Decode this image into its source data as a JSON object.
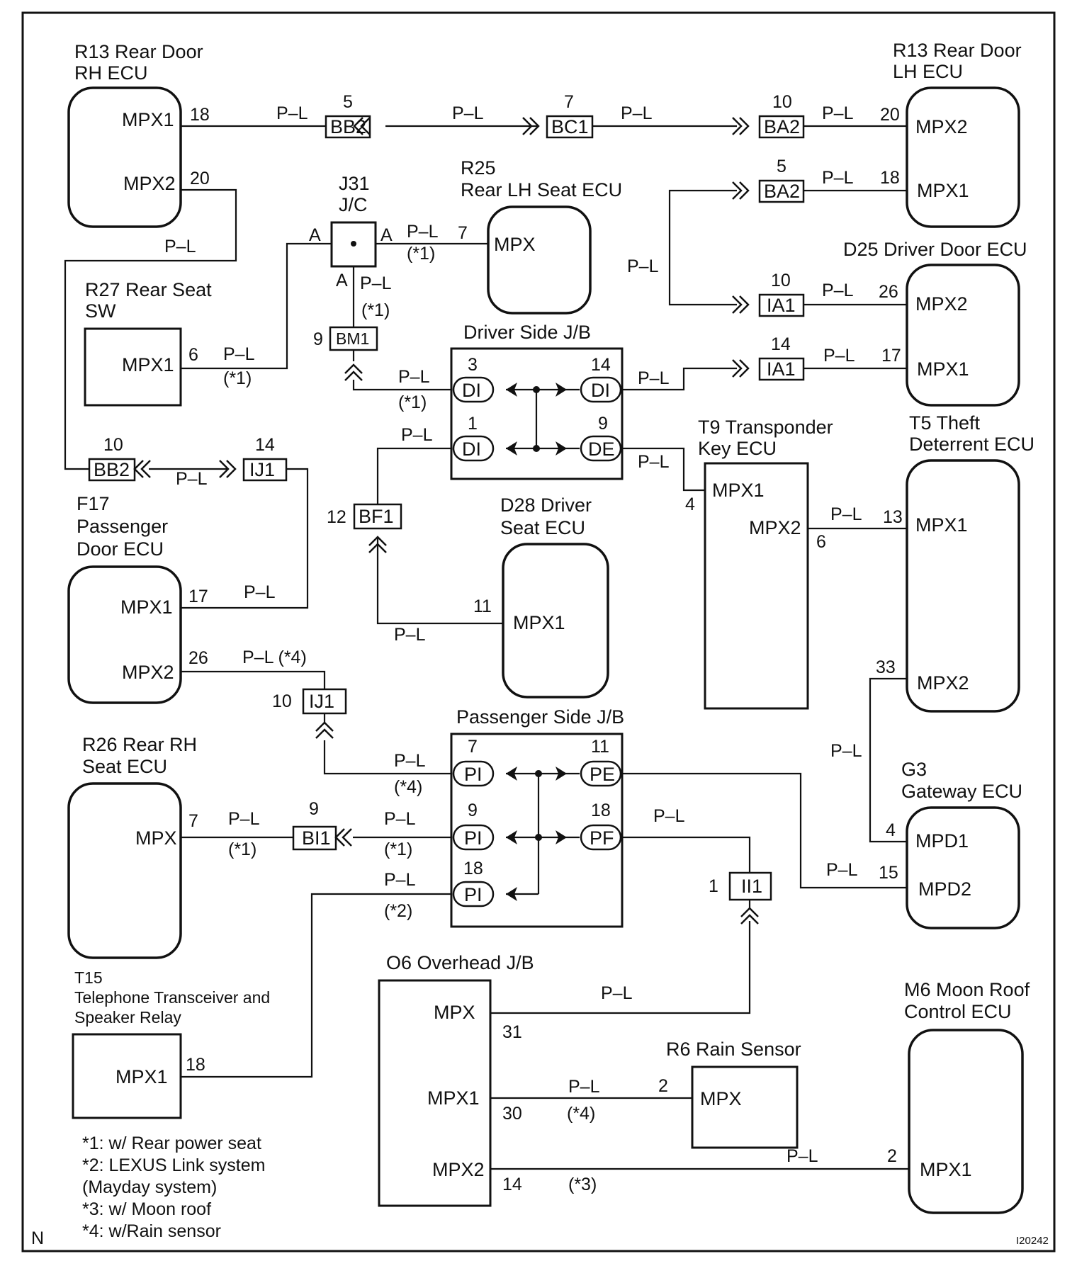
{
  "diagram_id": "I20242",
  "corner_mark": "N",
  "wire_color": "P–L",
  "components": {
    "r13_rh": {
      "title1": "R13 Rear Door",
      "title2": "RH ECU",
      "pin1_name": "MPX1",
      "pin1": "18",
      "pin2_name": "MPX2",
      "pin2": "20"
    },
    "r13_lh": {
      "title1": "R13 Rear Door",
      "title2": "LH ECU",
      "pin1_name": "MPX2",
      "pin1": "20",
      "pin2_name": "MPX1",
      "pin2": "18"
    },
    "r25": {
      "title1": "R25",
      "title2": "Rear LH Seat ECU",
      "pin_name": "MPX",
      "pin": "7"
    },
    "d25": {
      "title": "D25 Driver Door ECU",
      "pin1_name": "MPX2",
      "pin1": "26",
      "pin2_name": "MPX1",
      "pin2": "17"
    },
    "r27": {
      "title1": "R27 Rear Seat",
      "title2": "SW",
      "pin_name": "MPX1",
      "pin": "6"
    },
    "j31": {
      "title1": "J31",
      "title2": "J/C",
      "pin": "A"
    },
    "driver_jb": {
      "title": "Driver Side J/B",
      "c1": "DI",
      "c1_pin": "3",
      "c2": "DI",
      "c2_pin": "14",
      "c3": "DI",
      "c3_pin": "1",
      "c4": "DE",
      "c4_pin": "9"
    },
    "t9": {
      "title1": "T9 Transponder",
      "title2": "Key ECU",
      "pin1_name": "MPX1",
      "pin1": "4",
      "pin2_name": "MPX2",
      "pin2": "6"
    },
    "t5": {
      "title1": "T5 Theft",
      "title2": "Deterrent ECU",
      "pin1_name": "MPX1",
      "pin1": "13",
      "pin2_name": "MPX2",
      "pin2": "33"
    },
    "f17": {
      "title1": "F17",
      "title2": "Passenger",
      "title3": "Door ECU",
      "pin1_name": "MPX1",
      "pin1": "17",
      "pin2_name": "MPX2",
      "pin2": "26"
    },
    "d28": {
      "title1": "D28 Driver",
      "title2": "Seat ECU",
      "pin_name": "MPX1",
      "pin": "11"
    },
    "passenger_jb": {
      "title": "Passenger Side J/B",
      "c1": "PI",
      "c1_pin": "7",
      "c2": "PE",
      "c2_pin": "11",
      "c3": "PI",
      "c3_pin": "9",
      "c4": "PF",
      "c4_pin": "18",
      "c5": "PI",
      "c5_pin": "18"
    },
    "r26": {
      "title1": "R26 Rear RH",
      "title2": "Seat ECU",
      "pin_name": "MPX",
      "pin": "7"
    },
    "g3": {
      "title1": "G3",
      "title2": "Gateway ECU",
      "pin1_name": "MPD1",
      "pin1": "4",
      "pin2_name": "MPD2",
      "pin2": "15"
    },
    "t15": {
      "title1": "T15",
      "title2": "Telephone Transceiver and",
      "title3": "Speaker Relay",
      "pin_name": "MPX1",
      "pin": "18"
    },
    "o6": {
      "title": "O6 Overhead J/B",
      "pin1_name": "MPX",
      "pin1": "31",
      "pin2_name": "MPX1",
      "pin2": "30",
      "pin3_name": "MPX2",
      "pin3": "14"
    },
    "r6": {
      "title": "R6 Rain Sensor",
      "pin_name": "MPX",
      "pin": "2"
    },
    "m6": {
      "title1": "M6 Moon Roof",
      "title2": "Control ECU",
      "pin_name": "MPX1",
      "pin": "2"
    }
  },
  "connectors": {
    "bb2_top": {
      "name": "BB2",
      "pin": "5"
    },
    "bc1": {
      "name": "BC1",
      "pin": "7"
    },
    "ba2_a": {
      "name": "BA2",
      "pin": "10"
    },
    "ba2_b": {
      "name": "BA2",
      "pin": "5"
    },
    "ia1_a": {
      "name": "IA1",
      "pin": "10"
    },
    "ia1_b": {
      "name": "IA1",
      "pin": "14"
    },
    "bm1": {
      "name": "BM1",
      "pin": "9"
    },
    "bb2_left": {
      "name": "BB2",
      "pin": "10"
    },
    "ij1_a": {
      "name": "IJ1",
      "pin": "14"
    },
    "bf1": {
      "name": "BF1",
      "pin": "12"
    },
    "ij1_b": {
      "name": "IJ1",
      "pin": "10"
    },
    "bi1": {
      "name": "BI1",
      "pin": "9"
    },
    "ii1": {
      "name": "II1",
      "pin": "1"
    }
  },
  "notes": {
    "n1": "(*1)",
    "n2": "(*2)",
    "n3": "(*3)",
    "n4": "(*4)",
    "wire_n4": "P–L (*4)"
  },
  "legend": [
    "*1: w/ Rear power seat",
    "*2: LEXUS Link system",
    "(Mayday system)",
    "*3: w/ Moon roof",
    "*4: w/Rain sensor"
  ]
}
